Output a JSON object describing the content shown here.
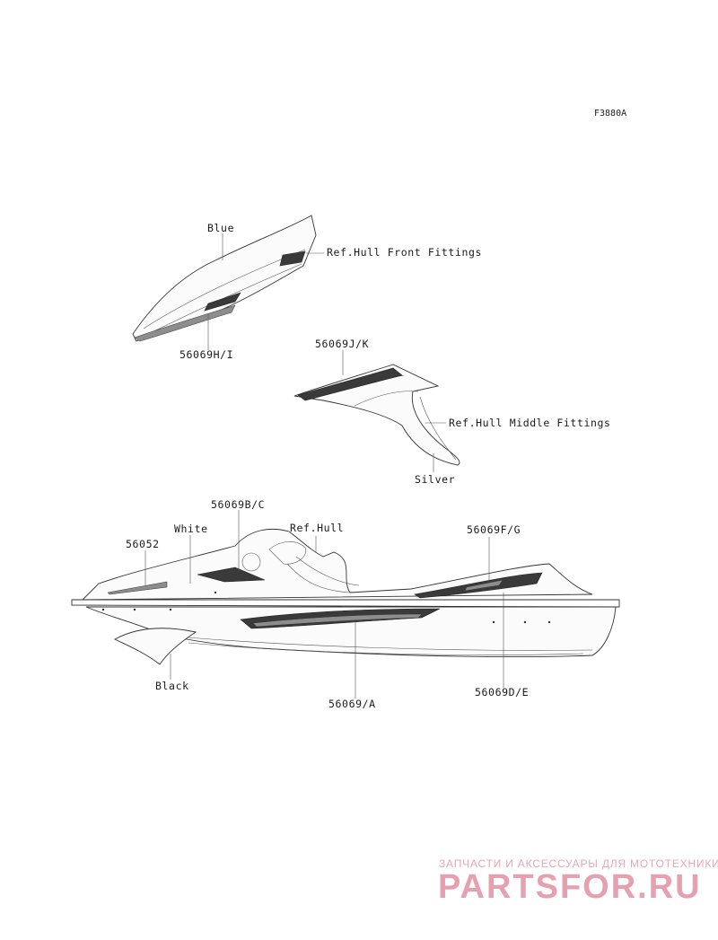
{
  "figure_code": "F3880A",
  "labels": {
    "blue": "Blue",
    "ref_hull_front": "Ref.Hull Front Fittings",
    "p_56069hi": "56069H/I",
    "p_56069jk": "56069J/K",
    "ref_hull_middle": "Ref.Hull Middle Fittings",
    "silver": "Silver",
    "p_56069bc": "56069B/C",
    "white": "White",
    "ref_hull": "Ref.Hull",
    "p_56052": "56052",
    "p_56069fg": "56069F/G",
    "black": "Black",
    "p_56069a": "56069/A",
    "p_56069de": "56069D/E"
  },
  "watermark": {
    "tagline": "ЗАПЧАСТИ И АКСЕССУАРЫ ДЛЯ МОТОТЕХНИКИ",
    "brand": "PARTSFOR.RU",
    "color": "#e6a1b1"
  }
}
